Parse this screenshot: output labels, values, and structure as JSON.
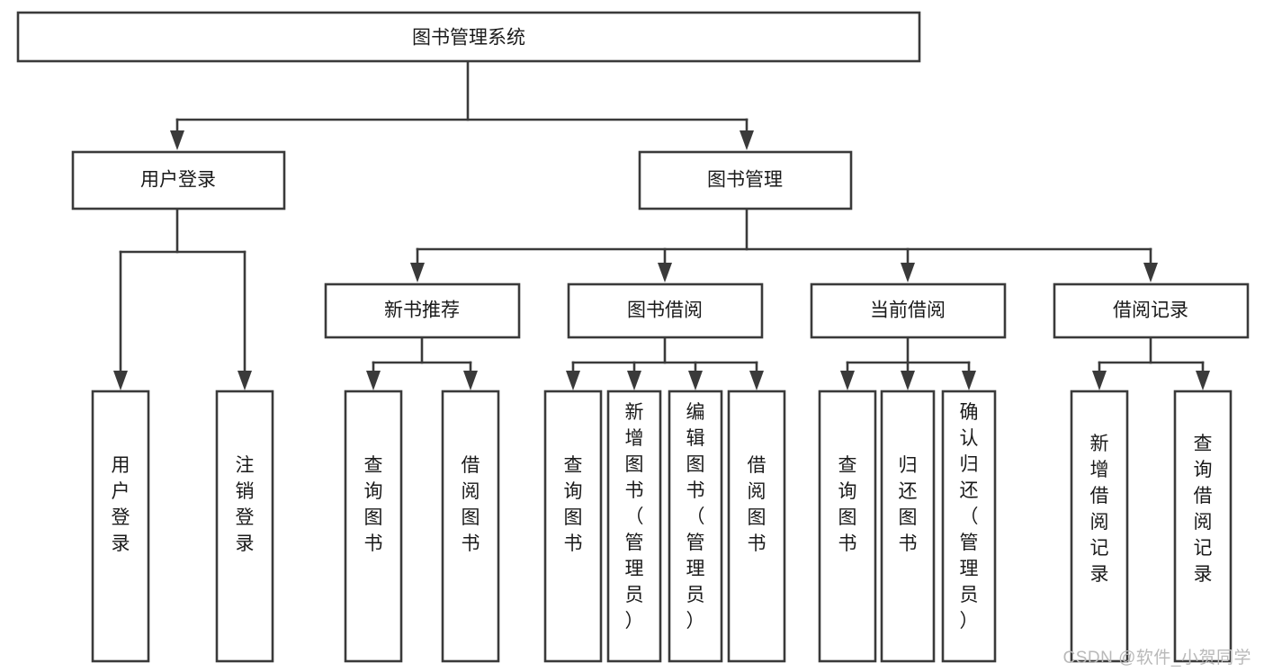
{
  "diagram": {
    "type": "tree-hierarchy",
    "title": "图书管理系统",
    "watermark": "CSDN @软件_小贺同学",
    "theme": {
      "background": "#ffffff",
      "stroke": "#3a3a3a",
      "box_fill": "#ffffff",
      "text": "#1a1a1a",
      "watermark_color": "#b9b9b9"
    },
    "levels": {
      "root": {
        "label": "图书管理系统"
      },
      "level2": [
        {
          "label": "用户登录"
        },
        {
          "label": "图书管理"
        }
      ],
      "level3": [
        {
          "label": "新书推荐"
        },
        {
          "label": "图书借阅"
        },
        {
          "label": "当前借阅"
        },
        {
          "label": "借阅记录"
        }
      ],
      "leaves": [
        {
          "label": "用户登录",
          "parent": "用户登录"
        },
        {
          "label": "注销登录",
          "parent": "用户登录"
        },
        {
          "label": "查询图书",
          "parent": "新书推荐"
        },
        {
          "label": "借阅图书",
          "parent": "新书推荐"
        },
        {
          "label": "查询图书",
          "parent": "图书借阅"
        },
        {
          "label": "新增图书（管理员）",
          "parent": "图书借阅"
        },
        {
          "label": "编辑图书（管理员）",
          "parent": "图书借阅"
        },
        {
          "label": "借阅图书",
          "parent": "图书借阅"
        },
        {
          "label": "查询图书",
          "parent": "当前借阅"
        },
        {
          "label": "归还图书",
          "parent": "当前借阅"
        },
        {
          "label": "确认归还（管理员）",
          "parent": "当前借阅"
        },
        {
          "label": "新增借阅记录",
          "parent": "借阅记录"
        },
        {
          "label": "查询借阅记录",
          "parent": "借阅记录"
        }
      ]
    }
  }
}
